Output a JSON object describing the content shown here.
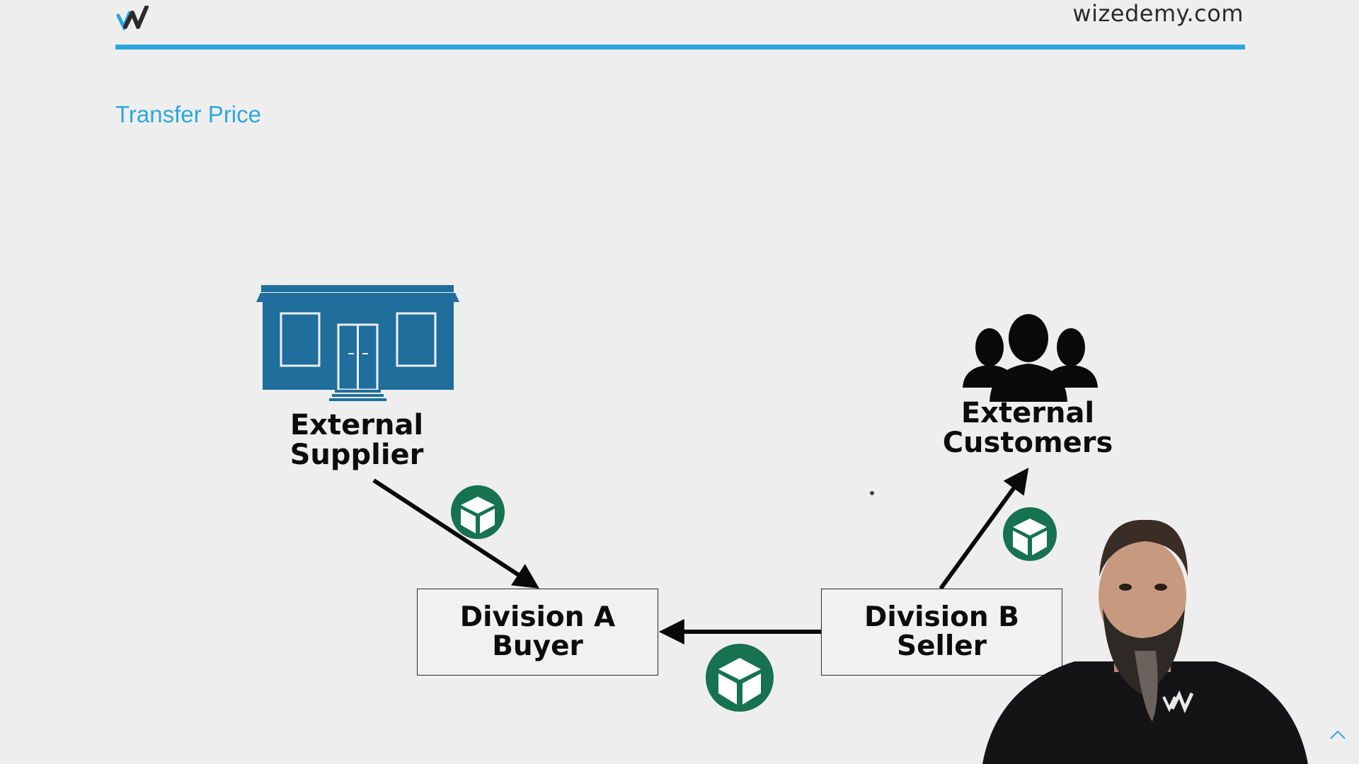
{
  "header": {
    "site": "wizedemy.com",
    "title": "Transfer Price",
    "accent": "#29a6df"
  },
  "diagram": {
    "supplier": {
      "line1": "External",
      "line2": "Supplier"
    },
    "customers": {
      "line1": "External",
      "line2": "Customers"
    },
    "division_a": {
      "line1": "Division A",
      "line2": "Buyer"
    },
    "division_b": {
      "line1": "Division B",
      "line2": "Seller"
    },
    "colors": {
      "building": "#1f6e9c",
      "package": "#167251",
      "arrow": "#0a0a0a"
    }
  }
}
